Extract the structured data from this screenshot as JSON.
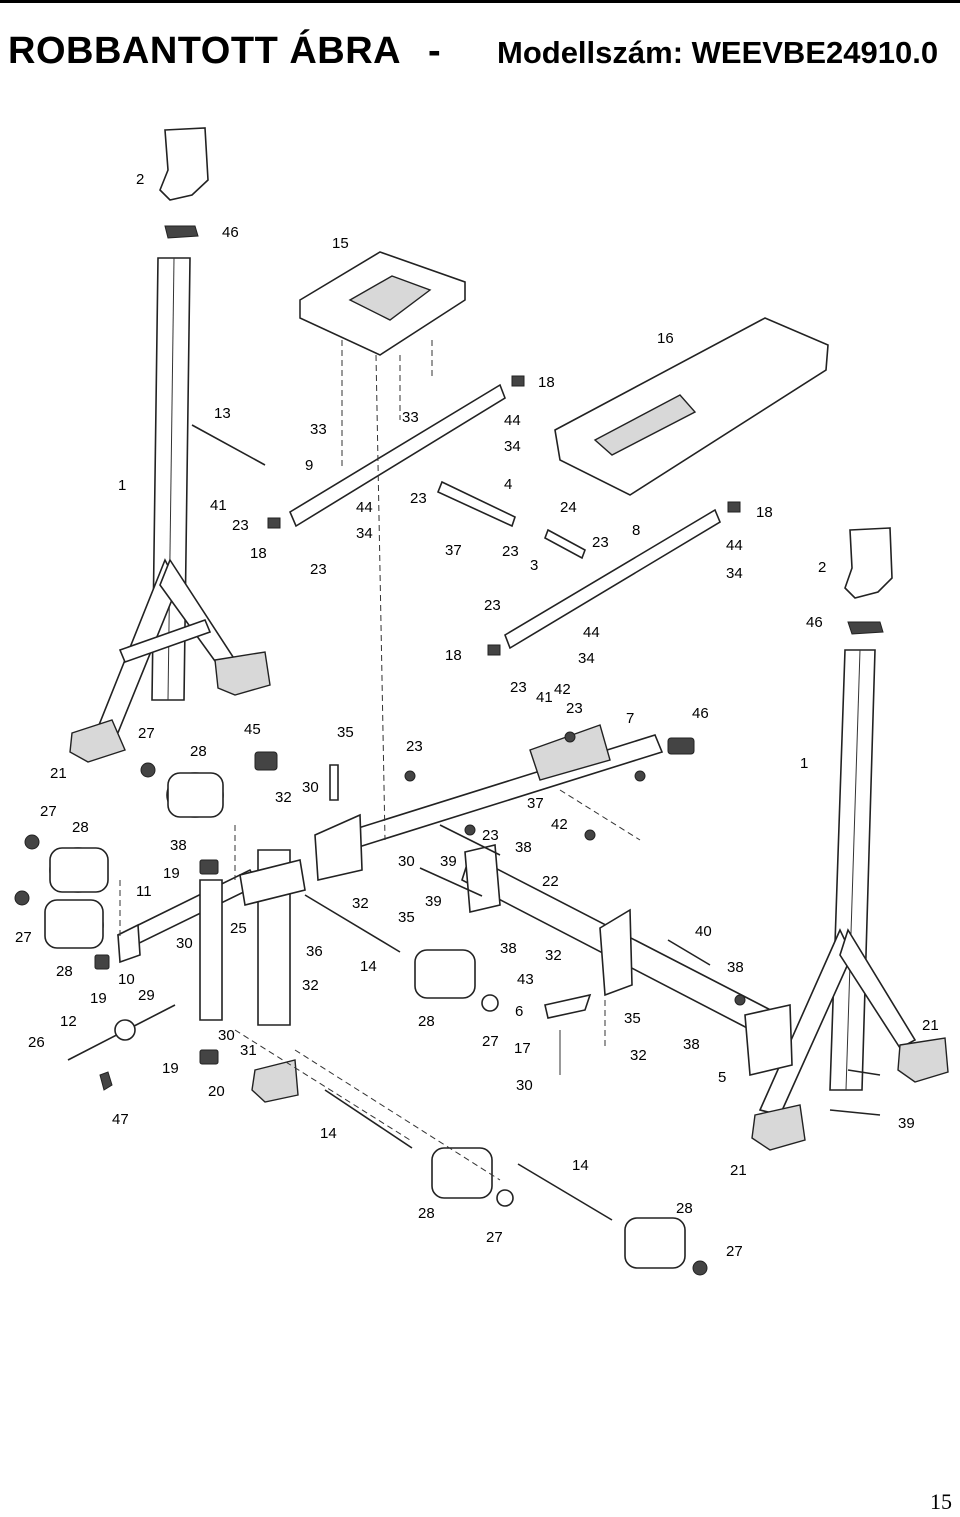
{
  "header": {
    "title": "ROBBANTOTT ÁBRA",
    "dash": "-",
    "model": "Modellszám: WEEVBE24910.0"
  },
  "page_number": "15",
  "callouts": [
    "2",
    "46",
    "15",
    "16",
    "1",
    "13",
    "33",
    "33",
    "18",
    "44",
    "34",
    "9",
    "44",
    "34",
    "41",
    "23",
    "18",
    "23",
    "23",
    "4",
    "24",
    "37",
    "23",
    "3",
    "23",
    "8",
    "18",
    "44",
    "34",
    "2",
    "46",
    "23",
    "44",
    "18",
    "34",
    "23",
    "41",
    "42",
    "23",
    "7",
    "46",
    "1",
    "45",
    "35",
    "27",
    "28",
    "21",
    "23",
    "30",
    "32",
    "37",
    "27",
    "28",
    "38",
    "23",
    "42",
    "38",
    "19",
    "30",
    "39",
    "22",
    "11",
    "32",
    "35",
    "39",
    "27",
    "25",
    "30",
    "36",
    "14",
    "38",
    "40",
    "38",
    "28",
    "32",
    "19",
    "10",
    "32",
    "29",
    "43",
    "21",
    "28",
    "6",
    "27",
    "35",
    "12",
    "26",
    "30",
    "17",
    "32",
    "38",
    "31",
    "19",
    "30",
    "5",
    "20",
    "47",
    "14",
    "39",
    "21",
    "14",
    "28",
    "28",
    "27",
    "27"
  ]
}
